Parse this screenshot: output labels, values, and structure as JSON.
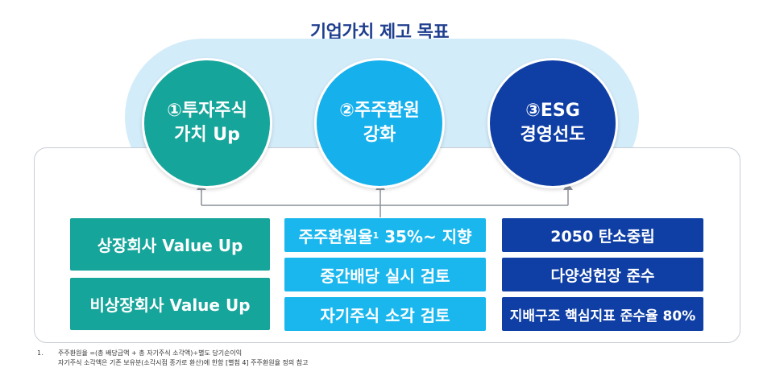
{
  "title": "기업가치 제고 목표",
  "goals": [
    {
      "line1": "①투자주식",
      "line2": "가치 Up",
      "color": "#16a59a"
    },
    {
      "line1": "②주주환원",
      "line2": "강화",
      "color": "#16b0ec"
    },
    {
      "line1": "③ESG",
      "line2": "경영선도",
      "color": "#0f3fa5"
    }
  ],
  "columns": {
    "investment": [
      "상장회사 Value Up",
      "비상장회사 Value Up"
    ],
    "shareholder": {
      "item1_text": "주주환원율",
      "item1_sup": "1",
      "item1_rest": " 35%~ 지향",
      "item2": "중간배당 실시 검토",
      "item3": "자기주식 소각 검토"
    },
    "esg": [
      "2050 탄소중립",
      "다양성헌장 준수",
      "지배구조 핵심지표 준수율 80%"
    ]
  },
  "colors": {
    "teal": "#16a59a",
    "sky": "#1ab7ee",
    "navy": "#0f3fa5",
    "pill": "#d3ecfa",
    "connector": "#8a8f98"
  },
  "footnote": {
    "number": "1.",
    "line1": "주주환원율 =(총 배당금액 + 총 자기주식 소각액)÷별도 당기순이익",
    "line2": "자기주식 소각액은 기존 보유분(소각시점 종가로 환산)에 한함 [별첨 4] 주주환원율 정의 참고"
  }
}
